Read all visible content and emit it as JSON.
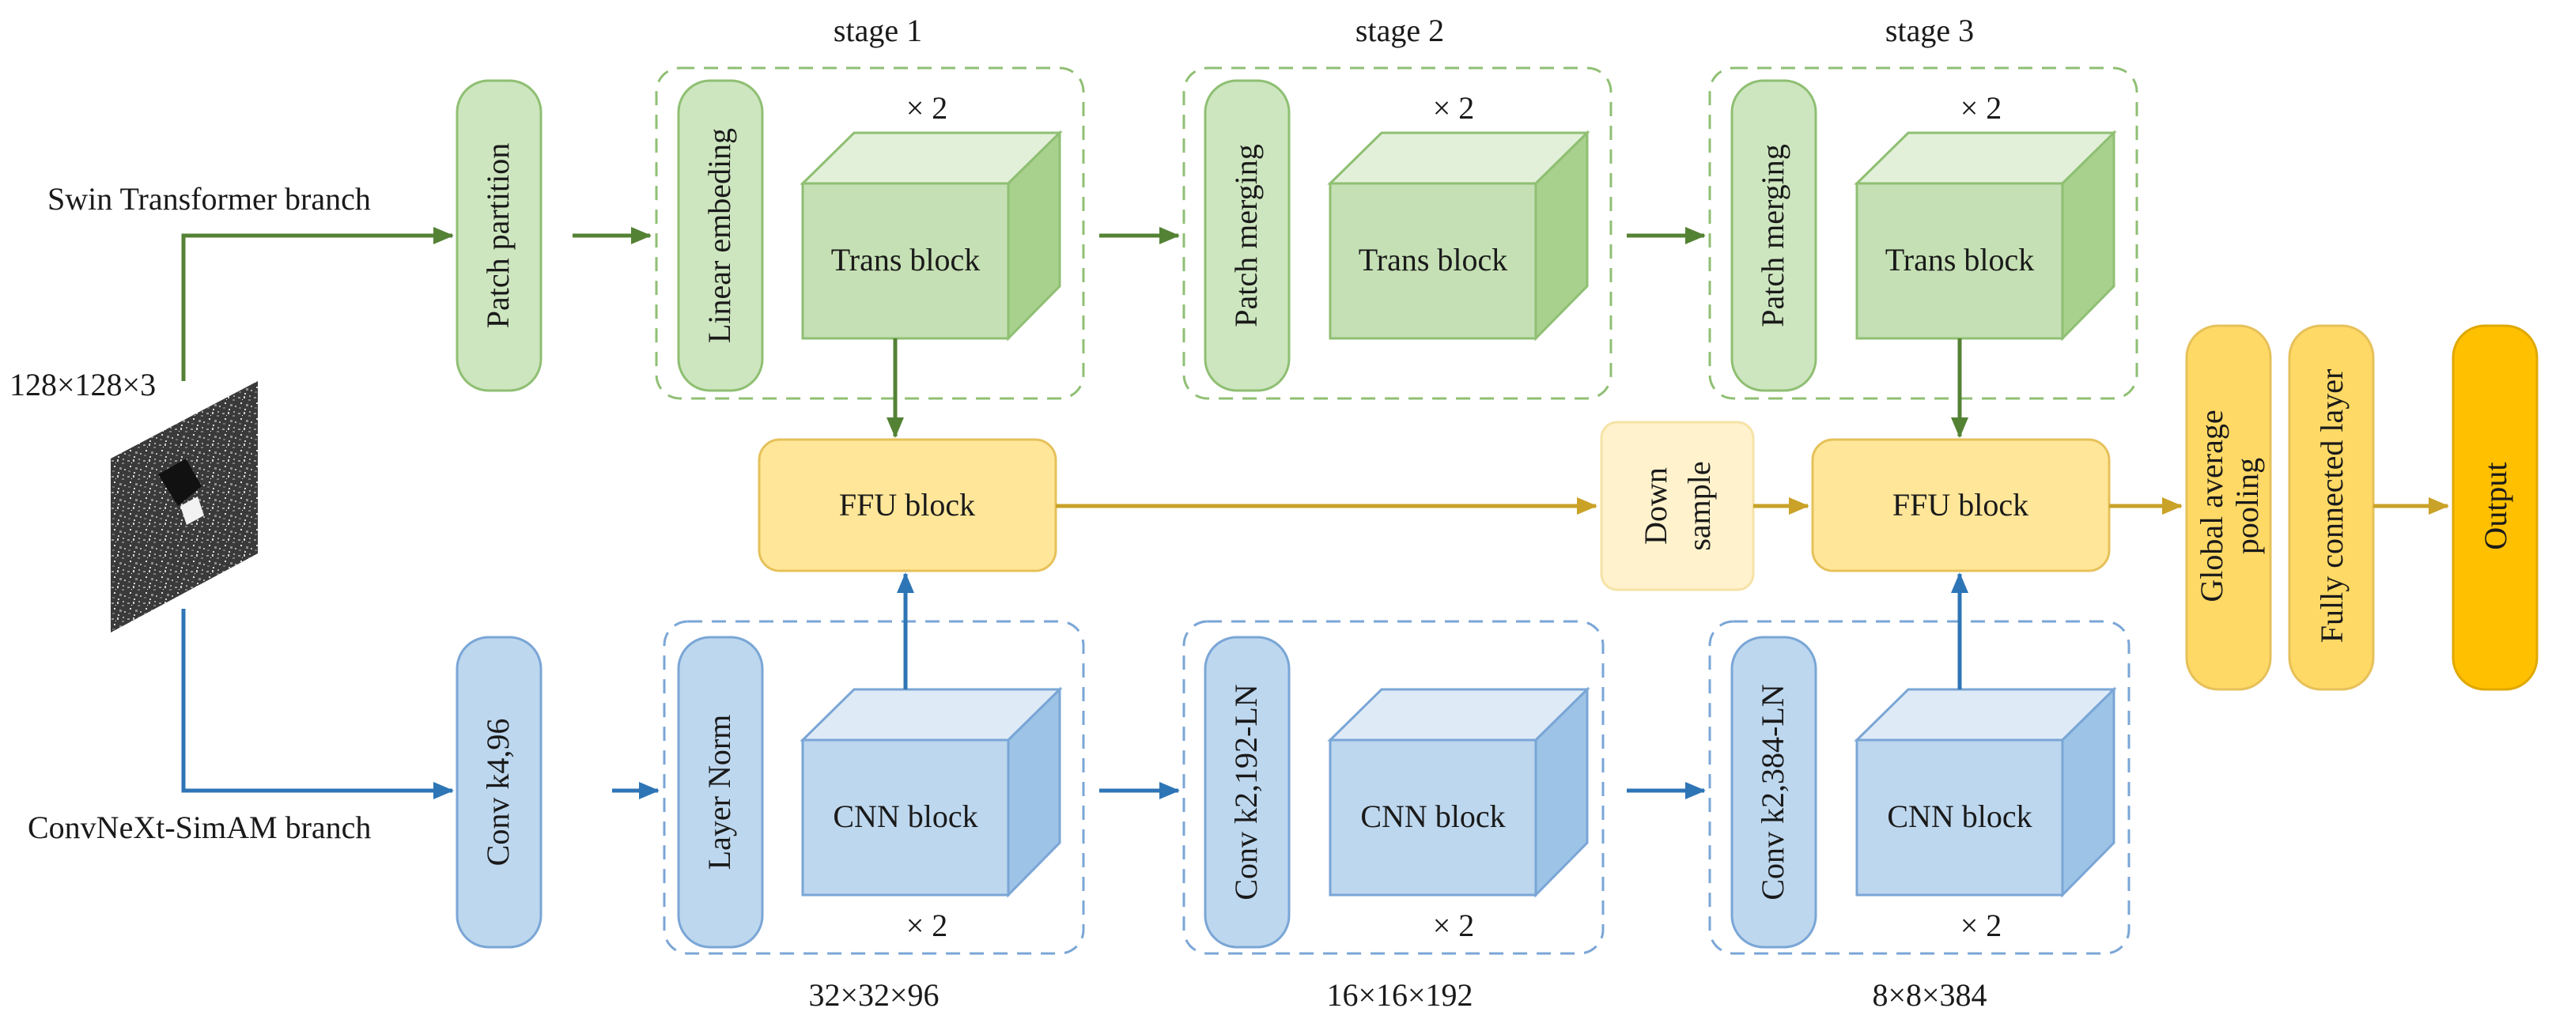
{
  "branches": {
    "swin": "Swin Transformer branch",
    "convnext": "ConvNeXt-SimAM branch"
  },
  "input": {
    "size": "128×128×3"
  },
  "stages": [
    "stage 1",
    "stage 2",
    "stage 3"
  ],
  "swin": {
    "patch_partition": "Patch partition",
    "stage1_embed": "Linear embeding",
    "stage2_merge": "Patch merging",
    "stage3_merge": "Patch merging",
    "trans_block": "Trans block",
    "repeat": "× 2"
  },
  "cnn": {
    "stem": "Conv k4,96",
    "stage1_norm": "Layer Norm",
    "stage2_conv": "Conv k2,192-LN",
    "stage3_conv": "Conv k2,384-LN",
    "cnn_block": "CNN block",
    "repeat": "× 2"
  },
  "dims": [
    "32×32×96",
    "16×16×192",
    "8×8×384"
  ],
  "fusion": {
    "ffu1": "FFU block",
    "ffu2": "FFU block",
    "downsample_line1": "Down",
    "downsample_line2": "sample"
  },
  "head": {
    "gap_line1": "Global average",
    "gap_line2": "pooling",
    "fc": "Fully connected layer",
    "output": "Output"
  },
  "colors": {
    "green_fill": "#cde6bf",
    "green_stroke": "#8fbf73",
    "green_arrow": "#548235",
    "blue_fill": "#bdd7ee",
    "blue_stroke": "#7aa6d6",
    "blue_arrow": "#2e75b6",
    "yellow_fill": "#ffe699",
    "yellow_stroke": "#e6c15a",
    "gold_arrow": "#c9a227",
    "output_fill": "#ffc000",
    "down_fill": "#fff2cc"
  }
}
